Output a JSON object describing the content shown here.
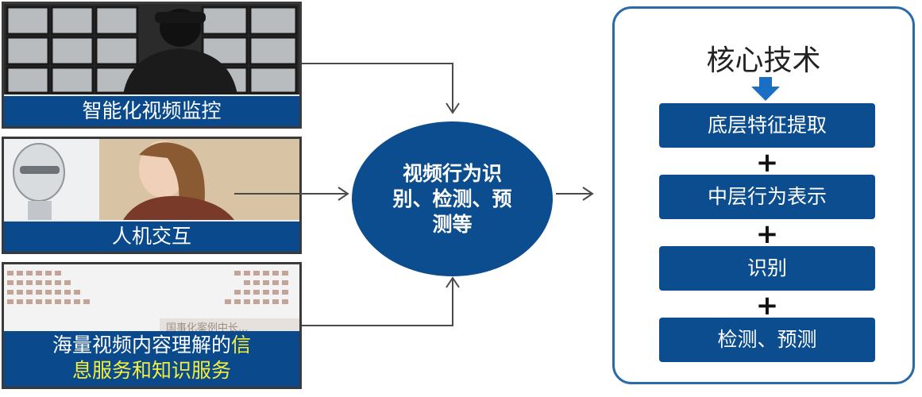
{
  "inputs": {
    "surveillance": "智能化视频监控",
    "hci": "人机交互",
    "massive_video_pre": "海量视频内容理解的",
    "massive_video_hl": "信",
    "massive_video_line2_hl": "息服务",
    "massive_video_line2_rest": "和知识服务",
    "bg_sign_text": "国事化案例中长..."
  },
  "center": {
    "label": "视频行为识别、检测、预测等"
  },
  "core": {
    "title": "核心技术",
    "steps": [
      "底层特征提取",
      "中层行为表示",
      "识别",
      "检测、预测"
    ],
    "plus": "+"
  },
  "colors": {
    "primary_blue": "#0b4d8e",
    "highlight_yellow": "#f4ee3c",
    "frame_border": "#2a6aa8"
  }
}
